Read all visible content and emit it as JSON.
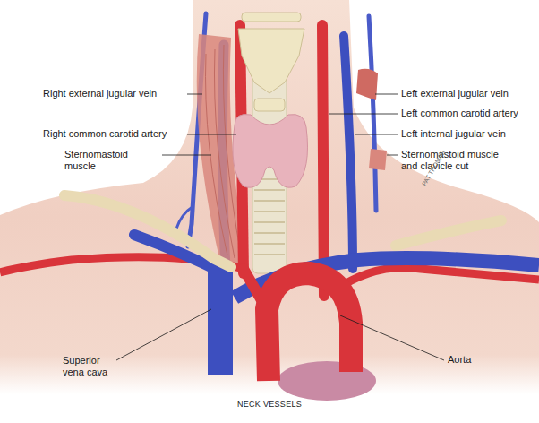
{
  "diagram": {
    "caption": "NECK VESSELS",
    "labels": [
      "Right external jugular vein",
      "Right common carotid artery",
      "Sternomastoid muscle",
      "Superior vena cava",
      "Left external jugular vein",
      "Left common carotid artery",
      "Left internal jugular vein",
      "Sternomastoid muscle and clavicle cut",
      "Aorta",
      "PAT THOMAS"
    ]
  }
}
